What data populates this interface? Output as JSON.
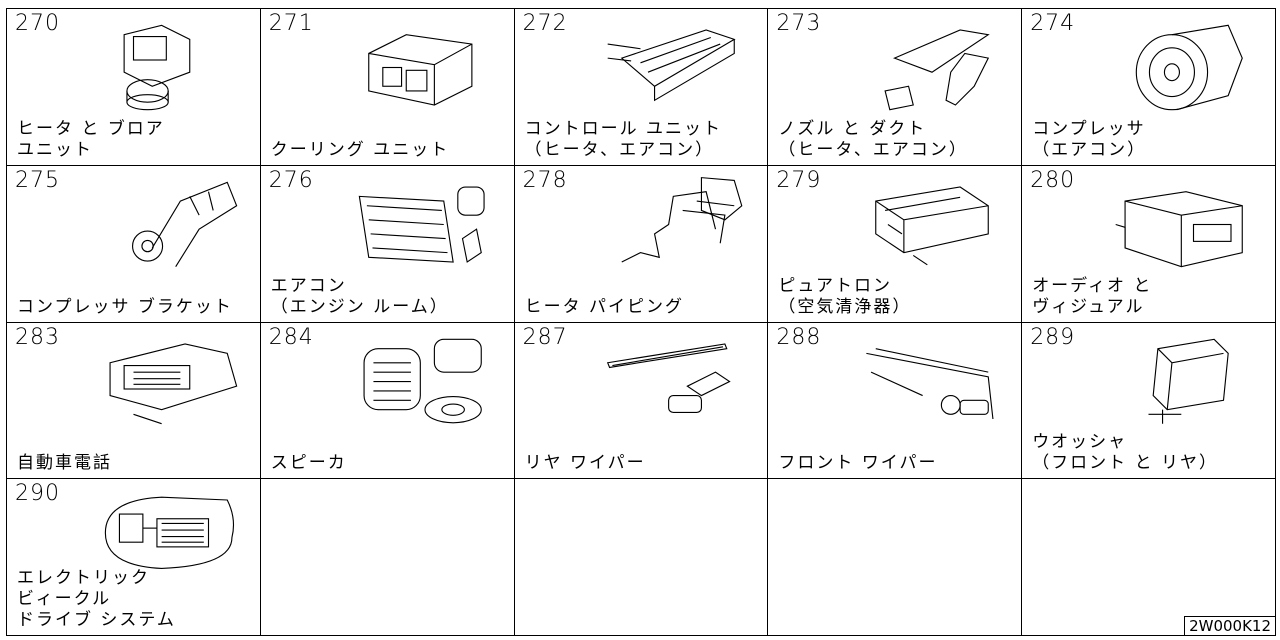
{
  "catalog_code": "2W000K12",
  "items": [
    {
      "number": "270",
      "lines": [
        "ヒータ と ブロア",
        "ユニット"
      ],
      "icon": "heater-blower-unit-icon"
    },
    {
      "number": "271",
      "lines": [
        "クーリング ユニット"
      ],
      "icon": "cooling-unit-icon"
    },
    {
      "number": "272",
      "lines": [
        "コントロール ユニット",
        "（ヒータ、エアコン）"
      ],
      "icon": "control-unit-icon"
    },
    {
      "number": "273",
      "lines": [
        "ノズル と ダクト",
        "（ヒータ、エアコン）"
      ],
      "icon": "nozzle-duct-icon"
    },
    {
      "number": "274",
      "lines": [
        "コンプレッサ",
        "（エアコン）"
      ],
      "icon": "compressor-icon"
    },
    {
      "number": "275",
      "lines": [
        "コンプレッサ ブラケット"
      ],
      "icon": "compressor-bracket-icon"
    },
    {
      "number": "276",
      "lines": [
        "エアコン",
        "（エンジン ルーム）"
      ],
      "icon": "aircon-engine-room-icon"
    },
    {
      "number": "278",
      "lines": [
        "ヒータ パイピング"
      ],
      "icon": "heater-piping-icon"
    },
    {
      "number": "279",
      "lines": [
        "ピュアトロン",
        "（空気清浄器）"
      ],
      "icon": "air-purifier-icon"
    },
    {
      "number": "280",
      "lines": [
        "オーディオ と",
        "ヴィジュアル"
      ],
      "icon": "audio-visual-icon"
    },
    {
      "number": "283",
      "lines": [
        "自動車電話"
      ],
      "icon": "car-phone-icon"
    },
    {
      "number": "284",
      "lines": [
        "スピーカ"
      ],
      "icon": "speaker-icon"
    },
    {
      "number": "287",
      "lines": [
        "リヤ ワイパー"
      ],
      "icon": "rear-wiper-icon"
    },
    {
      "number": "288",
      "lines": [
        "フロント ワイパー"
      ],
      "icon": "front-wiper-icon"
    },
    {
      "number": "289",
      "lines": [
        "ウオッシャ",
        "（フロント と リヤ）"
      ],
      "icon": "washer-icon"
    },
    {
      "number": "290",
      "lines": [
        "エレクトリック",
        "ビィークル",
        "ドライブ システム"
      ],
      "icon": "ev-drive-system-icon"
    }
  ]
}
